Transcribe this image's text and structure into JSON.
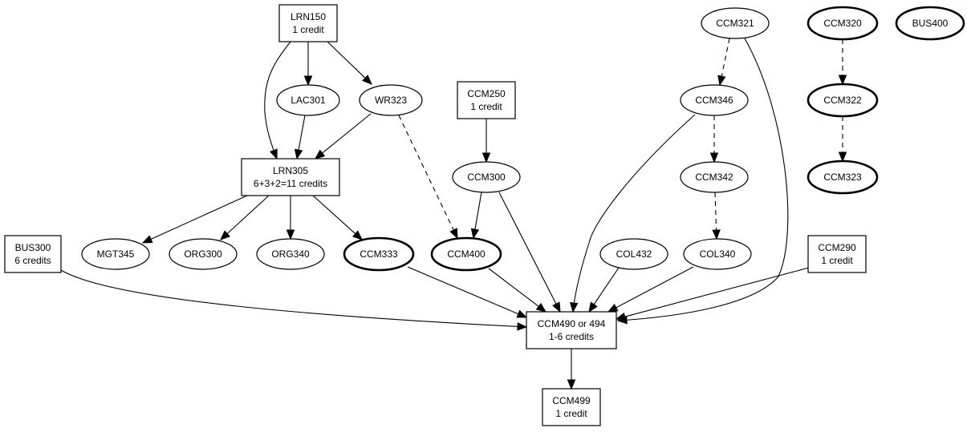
{
  "nodes": [
    {
      "id": "LRN150",
      "lines": [
        "LRN150",
        "1 credit"
      ],
      "shape": "box",
      "bold": false
    },
    {
      "id": "LAC301",
      "lines": [
        "LAC301"
      ],
      "shape": "ellipse",
      "bold": false
    },
    {
      "id": "WR323",
      "lines": [
        "WR323"
      ],
      "shape": "ellipse",
      "bold": false
    },
    {
      "id": "LRN305",
      "lines": [
        "LRN305",
        "6+3+2=11 credits"
      ],
      "shape": "box",
      "bold": false
    },
    {
      "id": "CCM250",
      "lines": [
        "CCM250",
        "1 credit"
      ],
      "shape": "box",
      "bold": false
    },
    {
      "id": "CCM300",
      "lines": [
        "CCM300"
      ],
      "shape": "ellipse",
      "bold": false
    },
    {
      "id": "CCM321",
      "lines": [
        "CCM321"
      ],
      "shape": "ellipse",
      "bold": false
    },
    {
      "id": "CCM346",
      "lines": [
        "CCM346"
      ],
      "shape": "ellipse",
      "bold": false
    },
    {
      "id": "CCM342",
      "lines": [
        "CCM342"
      ],
      "shape": "ellipse",
      "bold": false
    },
    {
      "id": "CCM320",
      "lines": [
        "CCM320"
      ],
      "shape": "ellipse",
      "bold": true
    },
    {
      "id": "CCM322",
      "lines": [
        "CCM322"
      ],
      "shape": "ellipse",
      "bold": true
    },
    {
      "id": "CCM323",
      "lines": [
        "CCM323"
      ],
      "shape": "ellipse",
      "bold": true
    },
    {
      "id": "BUS400",
      "lines": [
        "BUS400"
      ],
      "shape": "ellipse",
      "bold": true
    },
    {
      "id": "BUS300",
      "lines": [
        "BUS300",
        "6 credits"
      ],
      "shape": "box",
      "bold": false
    },
    {
      "id": "MGT345",
      "lines": [
        "MGT345"
      ],
      "shape": "ellipse",
      "bold": false
    },
    {
      "id": "ORG300",
      "lines": [
        "ORG300"
      ],
      "shape": "ellipse",
      "bold": false
    },
    {
      "id": "ORG340",
      "lines": [
        "ORG340"
      ],
      "shape": "ellipse",
      "bold": false
    },
    {
      "id": "CCM333",
      "lines": [
        "CCM333"
      ],
      "shape": "ellipse",
      "bold": true
    },
    {
      "id": "CCM400",
      "lines": [
        "CCM400"
      ],
      "shape": "ellipse",
      "bold": true
    },
    {
      "id": "COL432",
      "lines": [
        "COL432"
      ],
      "shape": "ellipse",
      "bold": false
    },
    {
      "id": "COL340",
      "lines": [
        "COL340"
      ],
      "shape": "ellipse",
      "bold": false
    },
    {
      "id": "CCM290",
      "lines": [
        "CCM290",
        "1 credit"
      ],
      "shape": "box",
      "bold": false
    },
    {
      "id": "CCM490",
      "lines": [
        "CCM490 or 494",
        "1-6 credits"
      ],
      "shape": "box",
      "bold": false
    },
    {
      "id": "CCM499",
      "lines": [
        "CCM499",
        "1 credit"
      ],
      "shape": "box",
      "bold": false
    }
  ],
  "edges": [
    {
      "from": "LRN150",
      "to": "LAC301",
      "style": "solid"
    },
    {
      "from": "LRN150",
      "to": "WR323",
      "style": "solid"
    },
    {
      "from": "LRN150",
      "to": "LRN305",
      "style": "solid"
    },
    {
      "from": "LAC301",
      "to": "LRN305",
      "style": "solid"
    },
    {
      "from": "WR323",
      "to": "LRN305",
      "style": "solid"
    },
    {
      "from": "WR323",
      "to": "CCM400",
      "style": "dashed"
    },
    {
      "from": "LRN305",
      "to": "MGT345",
      "style": "solid"
    },
    {
      "from": "LRN305",
      "to": "ORG300",
      "style": "solid"
    },
    {
      "from": "LRN305",
      "to": "ORG340",
      "style": "solid"
    },
    {
      "from": "LRN305",
      "to": "CCM333",
      "style": "solid"
    },
    {
      "from": "CCM250",
      "to": "CCM300",
      "style": "solid"
    },
    {
      "from": "CCM300",
      "to": "CCM400",
      "style": "solid"
    },
    {
      "from": "CCM300",
      "to": "CCM490",
      "style": "solid"
    },
    {
      "from": "CCM321",
      "to": "CCM346",
      "style": "dashed"
    },
    {
      "from": "CCM321",
      "to": "CCM490",
      "style": "solid"
    },
    {
      "from": "CCM346",
      "to": "CCM342",
      "style": "dashed"
    },
    {
      "from": "CCM346",
      "to": "CCM490",
      "style": "solid"
    },
    {
      "from": "CCM342",
      "to": "COL340",
      "style": "dashed"
    },
    {
      "from": "CCM320",
      "to": "CCM322",
      "style": "dashed"
    },
    {
      "from": "CCM322",
      "to": "CCM323",
      "style": "dashed"
    },
    {
      "from": "BUS300",
      "to": "CCM490",
      "style": "solid"
    },
    {
      "from": "CCM333",
      "to": "CCM490",
      "style": "solid"
    },
    {
      "from": "CCM400",
      "to": "CCM490",
      "style": "solid"
    },
    {
      "from": "COL432",
      "to": "CCM490",
      "style": "solid"
    },
    {
      "from": "COL340",
      "to": "CCM490",
      "style": "solid"
    },
    {
      "from": "CCM290",
      "to": "CCM490",
      "style": "solid"
    },
    {
      "from": "CCM490",
      "to": "CCM499",
      "style": "solid"
    }
  ]
}
